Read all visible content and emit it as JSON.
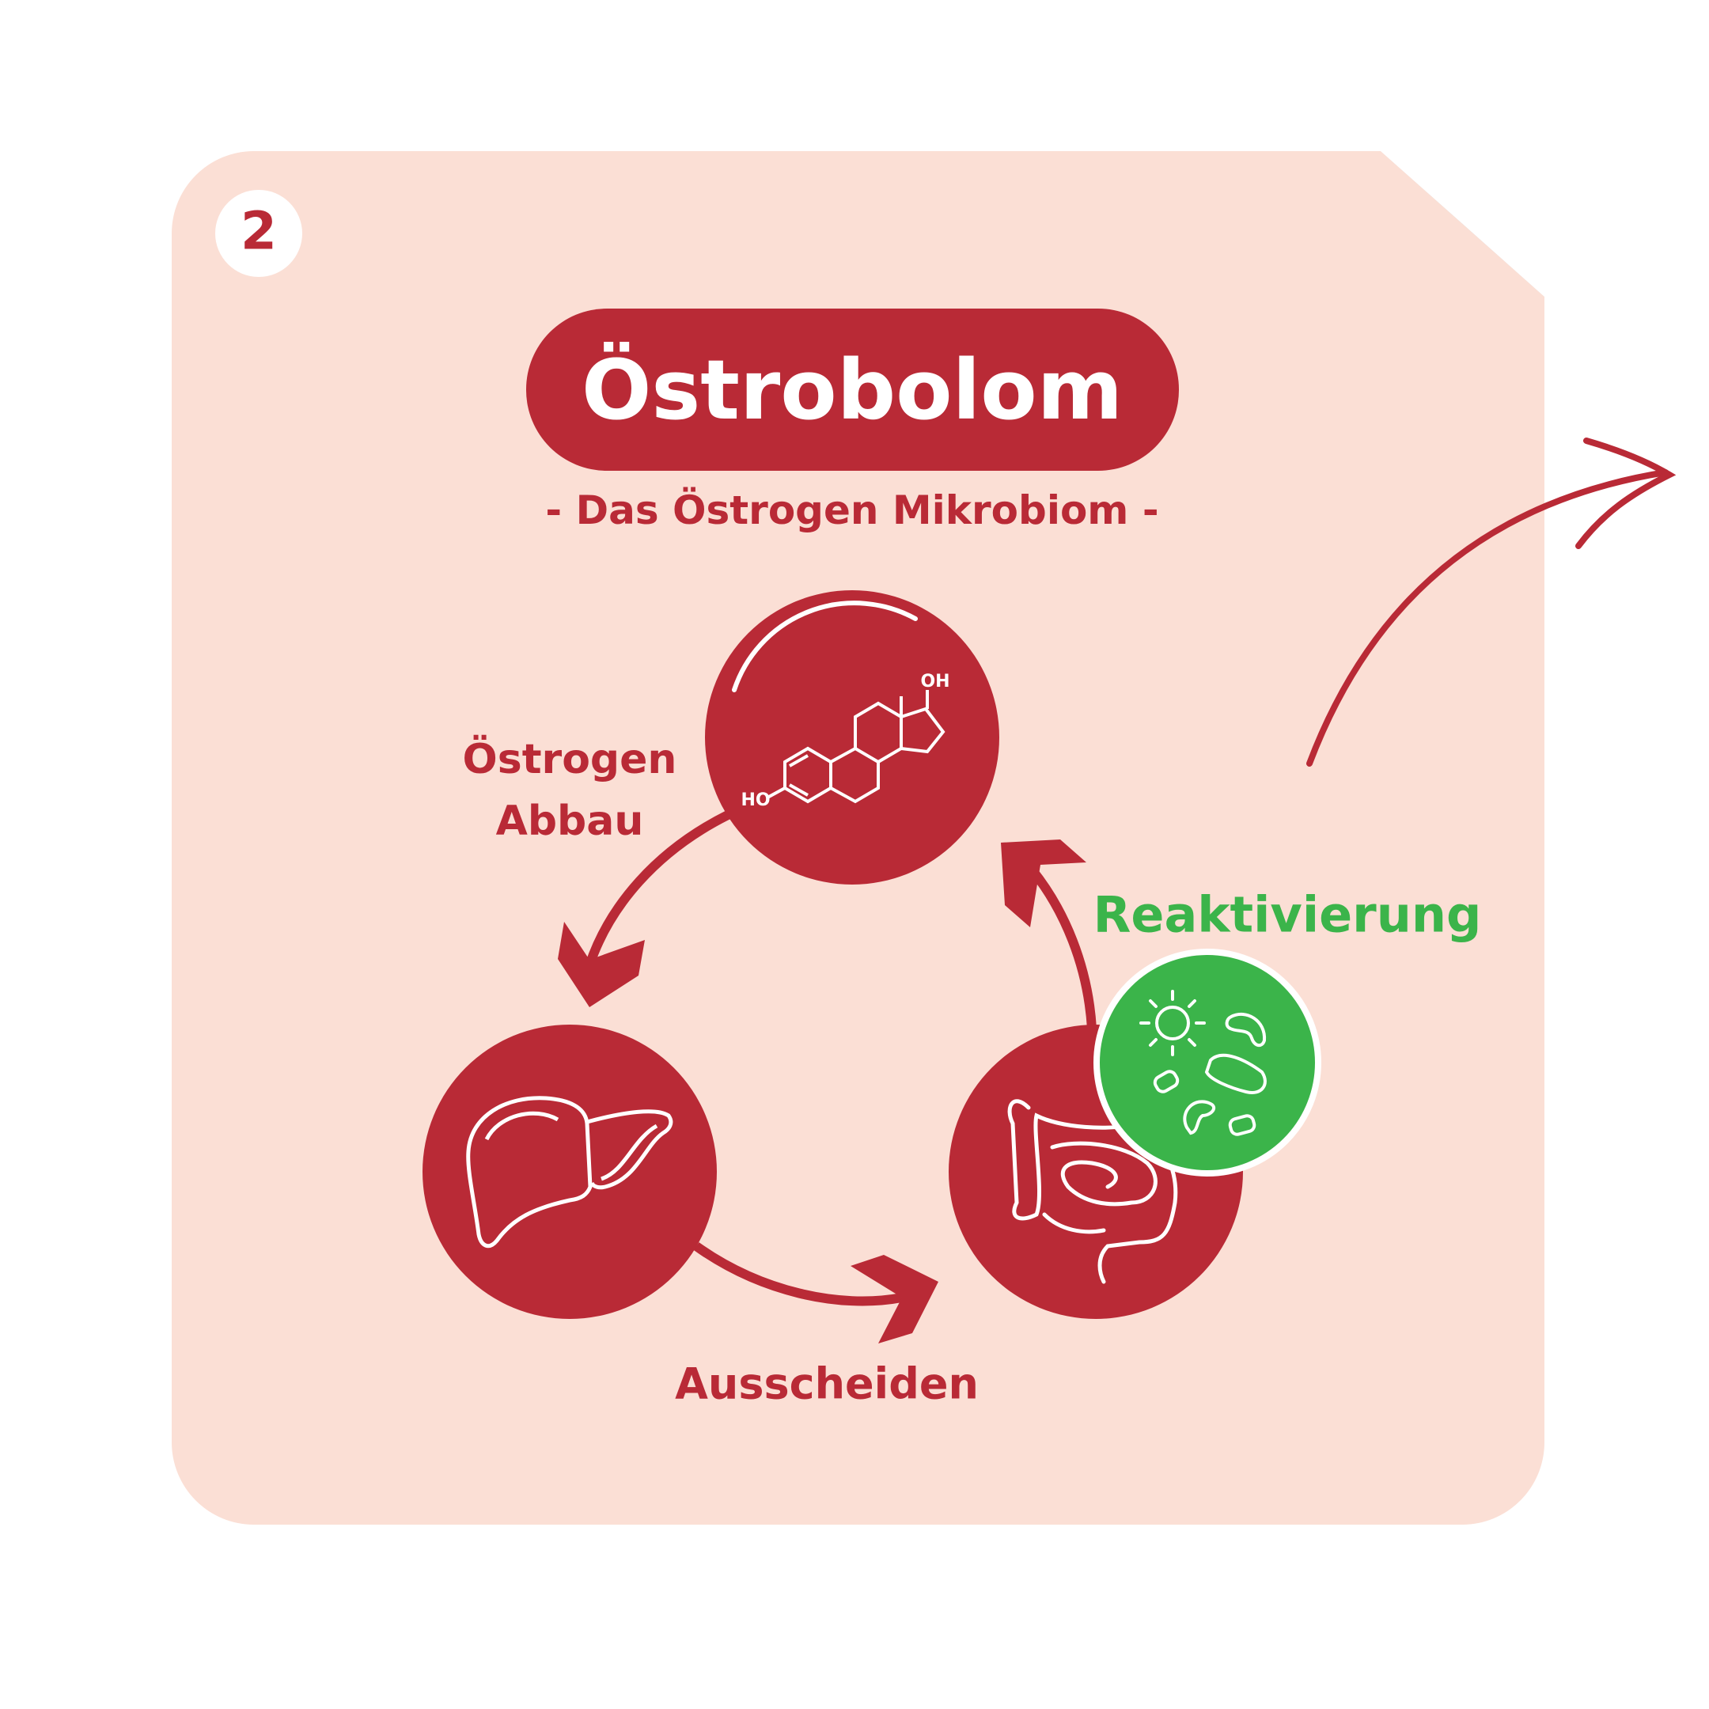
{
  "step_number": "2",
  "title": "Östrobolom",
  "subtitle": "- Das Östrogen Mikrobiom -",
  "labels": {
    "degradation_line1": "Östrogen",
    "degradation_line2": "Abbau",
    "excretion": "Ausscheiden",
    "reactivation": "Reaktivierung"
  },
  "molecule": {
    "oh": "OH",
    "ho": "HO"
  },
  "icons": [
    "estrogen-molecule-icon",
    "liver-icon",
    "intestine-icon",
    "bacteria-icon"
  ],
  "colors": {
    "primary": "#B92A36",
    "background": "#FBDFD5",
    "green": "#3BB44A"
  }
}
